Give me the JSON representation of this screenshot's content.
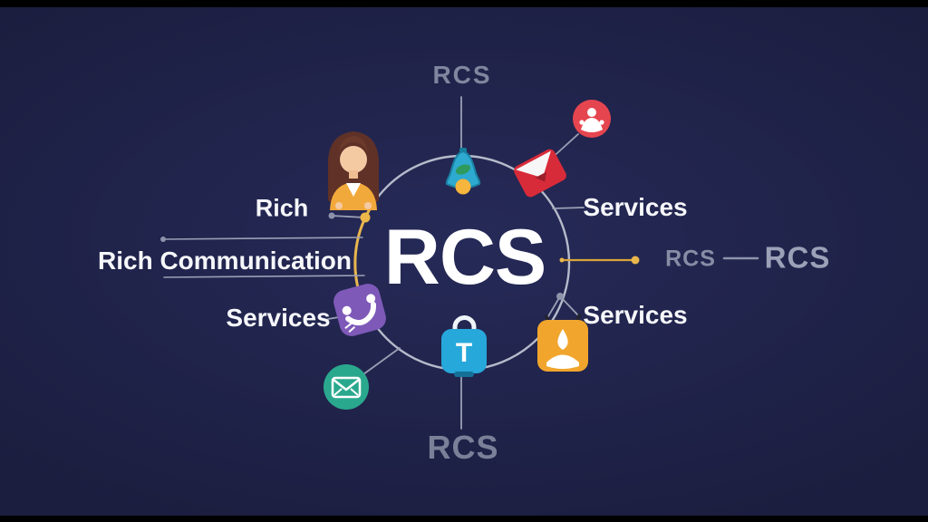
{
  "diagram": {
    "center_label": "RCS",
    "top_label": "RCS",
    "bottom_label": "RCS",
    "left": {
      "rich": "Rich",
      "rich_communication": "Rich Communication",
      "services": "Services"
    },
    "right": {
      "services_top": "Services",
      "rcs_small": "RCS",
      "rcs_large": "RCS",
      "services_bottom": "Services"
    },
    "icon_glyphs": {
      "lock_letter": "T"
    },
    "icons": [
      "woman-avatar",
      "phone-bell-icon",
      "mail-envelope-icon",
      "support-person-icon",
      "share-sync-icon",
      "lock-t-icon",
      "contact-badge-icon",
      "envelope-circle-icon"
    ],
    "colors": {
      "background": "#20234a",
      "circle_stroke": "#b5bbca",
      "accent_yellow": "#e8b64d",
      "line_gray": "#8d93ab",
      "text_white": "#f6f7fa",
      "text_gray": "#80869e",
      "bell_teal": "#2ea9cf",
      "envelope_red": "#d82b39",
      "badge_red": "#e5454f",
      "share_purple": "#7e59b8",
      "lock_blue": "#27a8da",
      "contact_orange": "#f1a52c",
      "mail_teal": "#2aa88e"
    }
  }
}
